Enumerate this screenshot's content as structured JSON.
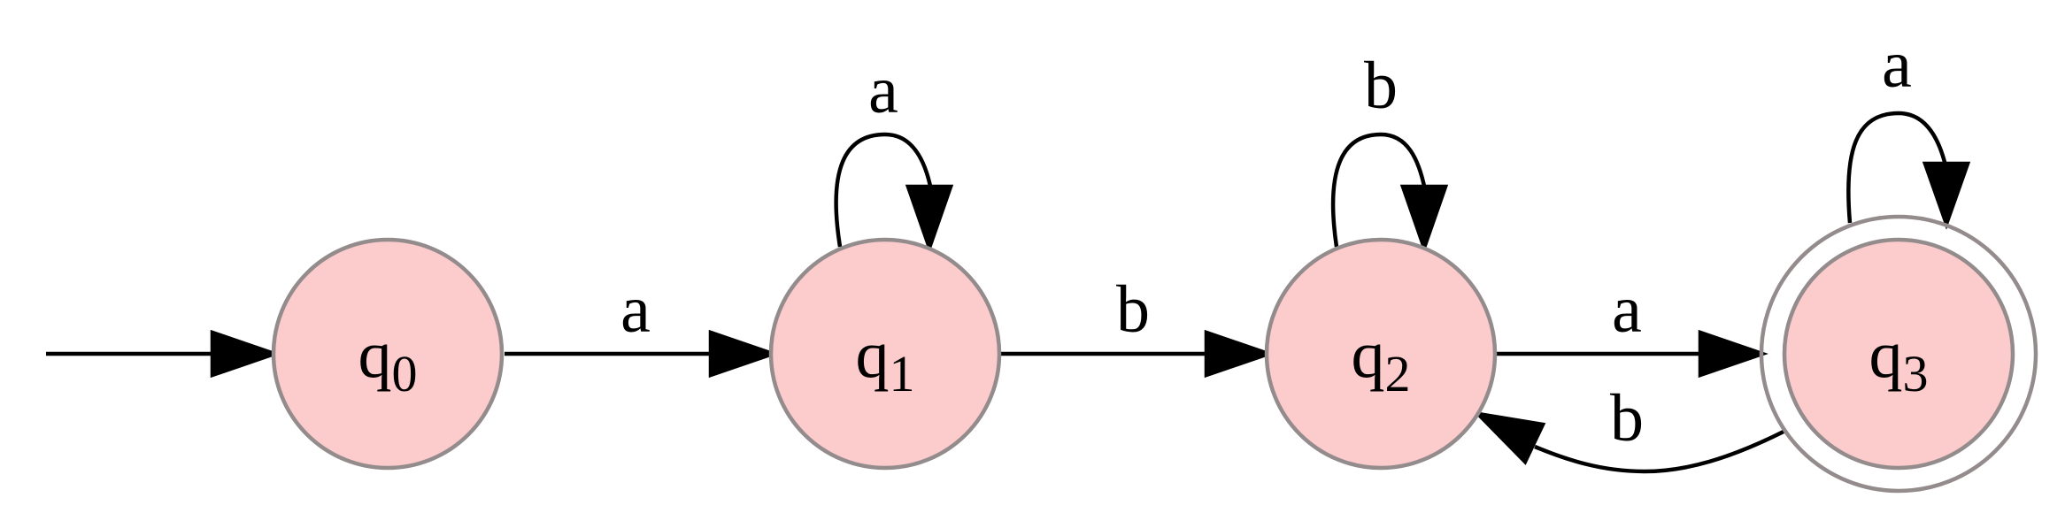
{
  "colors": {
    "state_fill": "#fccbcb",
    "state_stroke": "#948c8c",
    "edge": "#000000"
  },
  "states": [
    {
      "id": "q0",
      "base": "q",
      "sub": "0",
      "accepting": false,
      "initial": true
    },
    {
      "id": "q1",
      "base": "q",
      "sub": "1",
      "accepting": false,
      "initial": false
    },
    {
      "id": "q2",
      "base": "q",
      "sub": "2",
      "accepting": false,
      "initial": false
    },
    {
      "id": "q3",
      "base": "q",
      "sub": "3",
      "accepting": true,
      "initial": false
    }
  ],
  "transitions": [
    {
      "from": "q0",
      "to": "q1",
      "symbol": "a"
    },
    {
      "from": "q1",
      "to": "q1",
      "symbol": "a"
    },
    {
      "from": "q1",
      "to": "q2",
      "symbol": "b"
    },
    {
      "from": "q2",
      "to": "q2",
      "symbol": "b"
    },
    {
      "from": "q2",
      "to": "q3",
      "symbol": "a"
    },
    {
      "from": "q3",
      "to": "q3",
      "symbol": "a"
    },
    {
      "from": "q3",
      "to": "q2",
      "symbol": "b"
    }
  ]
}
